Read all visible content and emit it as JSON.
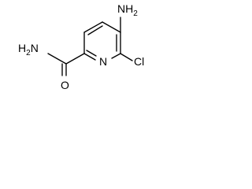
{
  "molecule": {
    "labels": {
      "nh2_top": {
        "main": "NH",
        "sub": "2"
      },
      "h2n_left": {
        "pre": "H",
        "sub": "2",
        "main": "N"
      },
      "oxygen": "O",
      "nitrogen": "N",
      "chlorine": "Cl"
    }
  }
}
